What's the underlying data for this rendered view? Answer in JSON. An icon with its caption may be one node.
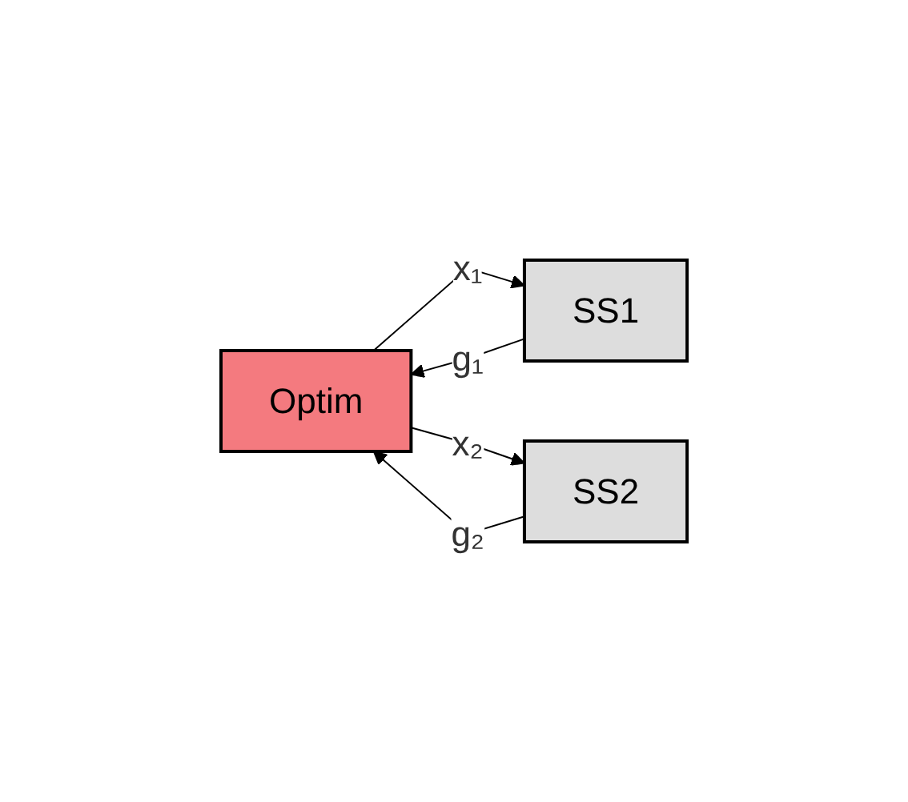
{
  "diagram": {
    "nodes": [
      {
        "text": [
          "Optim"
        ]
      },
      {
        "text": [
          "SS1"
        ]
      },
      {
        "text": [
          "SS2"
        ]
      }
    ],
    "edges": [
      {
        "from": 0,
        "to": 1,
        "arrow": "to",
        "label": "x₁"
      },
      {
        "from": 0,
        "to": 2,
        "arrow": "to",
        "label": "x₂"
      },
      {
        "from": 1,
        "to": 0,
        "arrow": "to",
        "label": "g₁"
      },
      {
        "from": 2,
        "to": 0,
        "arrow": "to",
        "label": "g₂"
      }
    ]
  }
}
